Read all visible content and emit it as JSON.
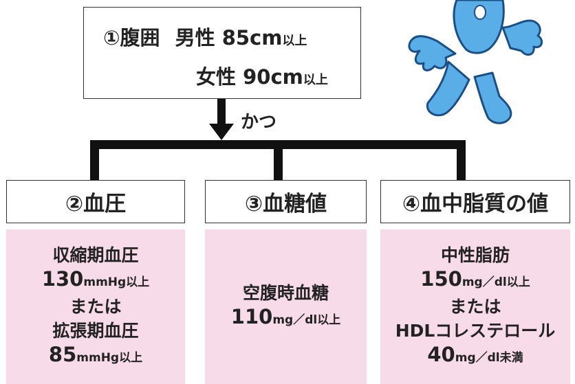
{
  "waist": {
    "label": "①腹囲",
    "male_sex": "男性",
    "male_value": "85cm",
    "male_suffix": "以上",
    "female_sex": "女性",
    "female_value": "90cm",
    "female_suffix": "以上"
  },
  "connector_label": "かつ",
  "conditions": [
    {
      "title": "②血圧",
      "lines": {
        "l1": "収縮期血圧",
        "l2_num": "130",
        "l2_unit": "mmHg以上",
        "l3": "または",
        "l4": "拡張期血圧",
        "l5_num": "85",
        "l5_unit": "mmHg以上"
      }
    },
    {
      "title": "③血糖値",
      "lines": {
        "l1": "空腹時血糖",
        "l2_num": "110",
        "l2_unit": "mg／dl以上"
      }
    },
    {
      "title": "④血中脂質の値",
      "lines": {
        "l1": "中性脂肪",
        "l2_num": "150",
        "l2_unit": "mg／dl以上",
        "l3": "または",
        "l4": "HDLコレステロール",
        "l5_num": "40",
        "l5_unit": "mg／dl未満"
      }
    }
  ],
  "colors": {
    "pink_panel": "#f8dbe8",
    "mascot_blue": "#5aaee8",
    "connector": "#111111"
  },
  "mascot_icon": "blue-mascot-character"
}
